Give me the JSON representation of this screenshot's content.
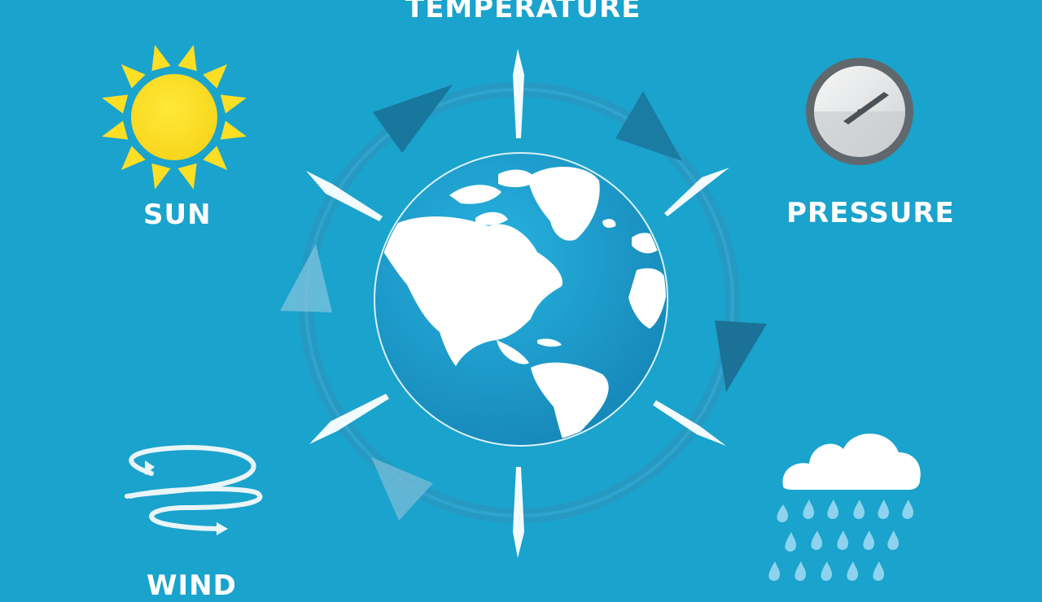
{
  "labels": {
    "temperature": "TEMPERATURE",
    "sun": "SUN",
    "pressure": "PRESSURE",
    "wind": "WIND"
  },
  "colors": {
    "background": "#1aa3cc",
    "globe_ocean": "#1a9fcf",
    "land": "#ffffff",
    "arrow_dark": "#17759a",
    "sun": "#fcdf25",
    "gauge_rim": "#616a6f",
    "rain": "#8dd3ef"
  },
  "icons": [
    "sun-icon",
    "pressure-gauge-icon",
    "wind-icon",
    "rain-cloud-icon",
    "globe-icon",
    "cycle-arrows-icon"
  ]
}
